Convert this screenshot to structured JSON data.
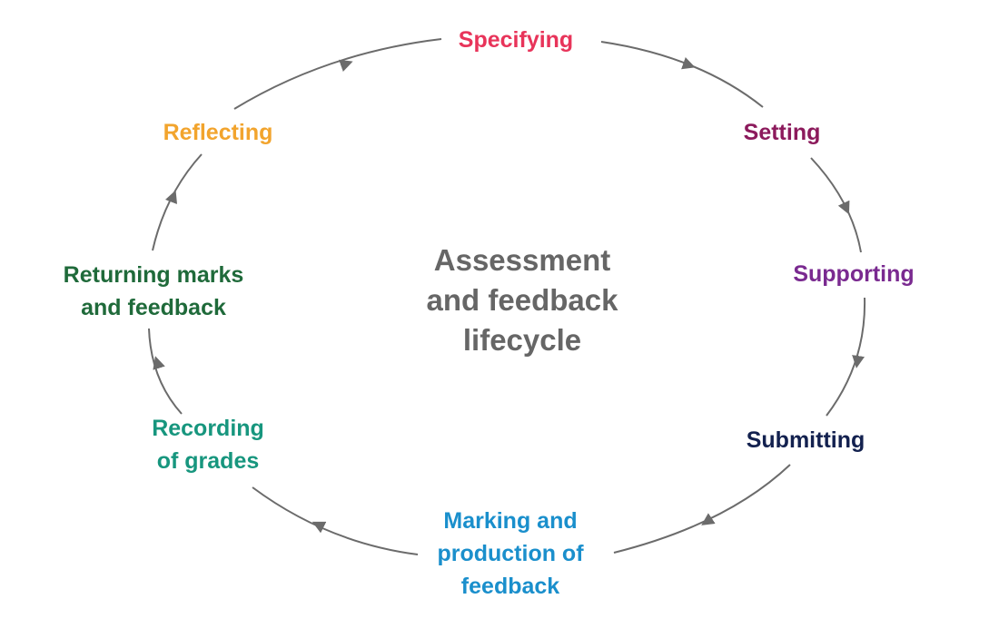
{
  "center": {
    "lines": [
      "Assessment",
      "and feedback",
      "lifecycle"
    ]
  },
  "colors": {
    "arrow": "#6b6b6b",
    "center": "#666666"
  },
  "stages": [
    {
      "id": "specifying",
      "lines": [
        "Specifying"
      ],
      "color": "#e8345a"
    },
    {
      "id": "setting",
      "lines": [
        "Setting"
      ],
      "color": "#8c1a5c"
    },
    {
      "id": "supporting",
      "lines": [
        "Supporting"
      ],
      "color": "#7a2a90"
    },
    {
      "id": "submitting",
      "lines": [
        "Submitting"
      ],
      "color": "#13214f"
    },
    {
      "id": "marking",
      "lines": [
        "Marking and",
        "production of",
        "feedback"
      ],
      "color": "#1a8fcc"
    },
    {
      "id": "recording",
      "lines": [
        "Recording",
        "of grades"
      ],
      "color": "#17967e"
    },
    {
      "id": "returning",
      "lines": [
        "Returning marks",
        "and feedback"
      ],
      "color": "#1f6a3a"
    },
    {
      "id": "reflecting",
      "lines": [
        "Reflecting"
      ],
      "color": "#f2a42d"
    }
  ]
}
